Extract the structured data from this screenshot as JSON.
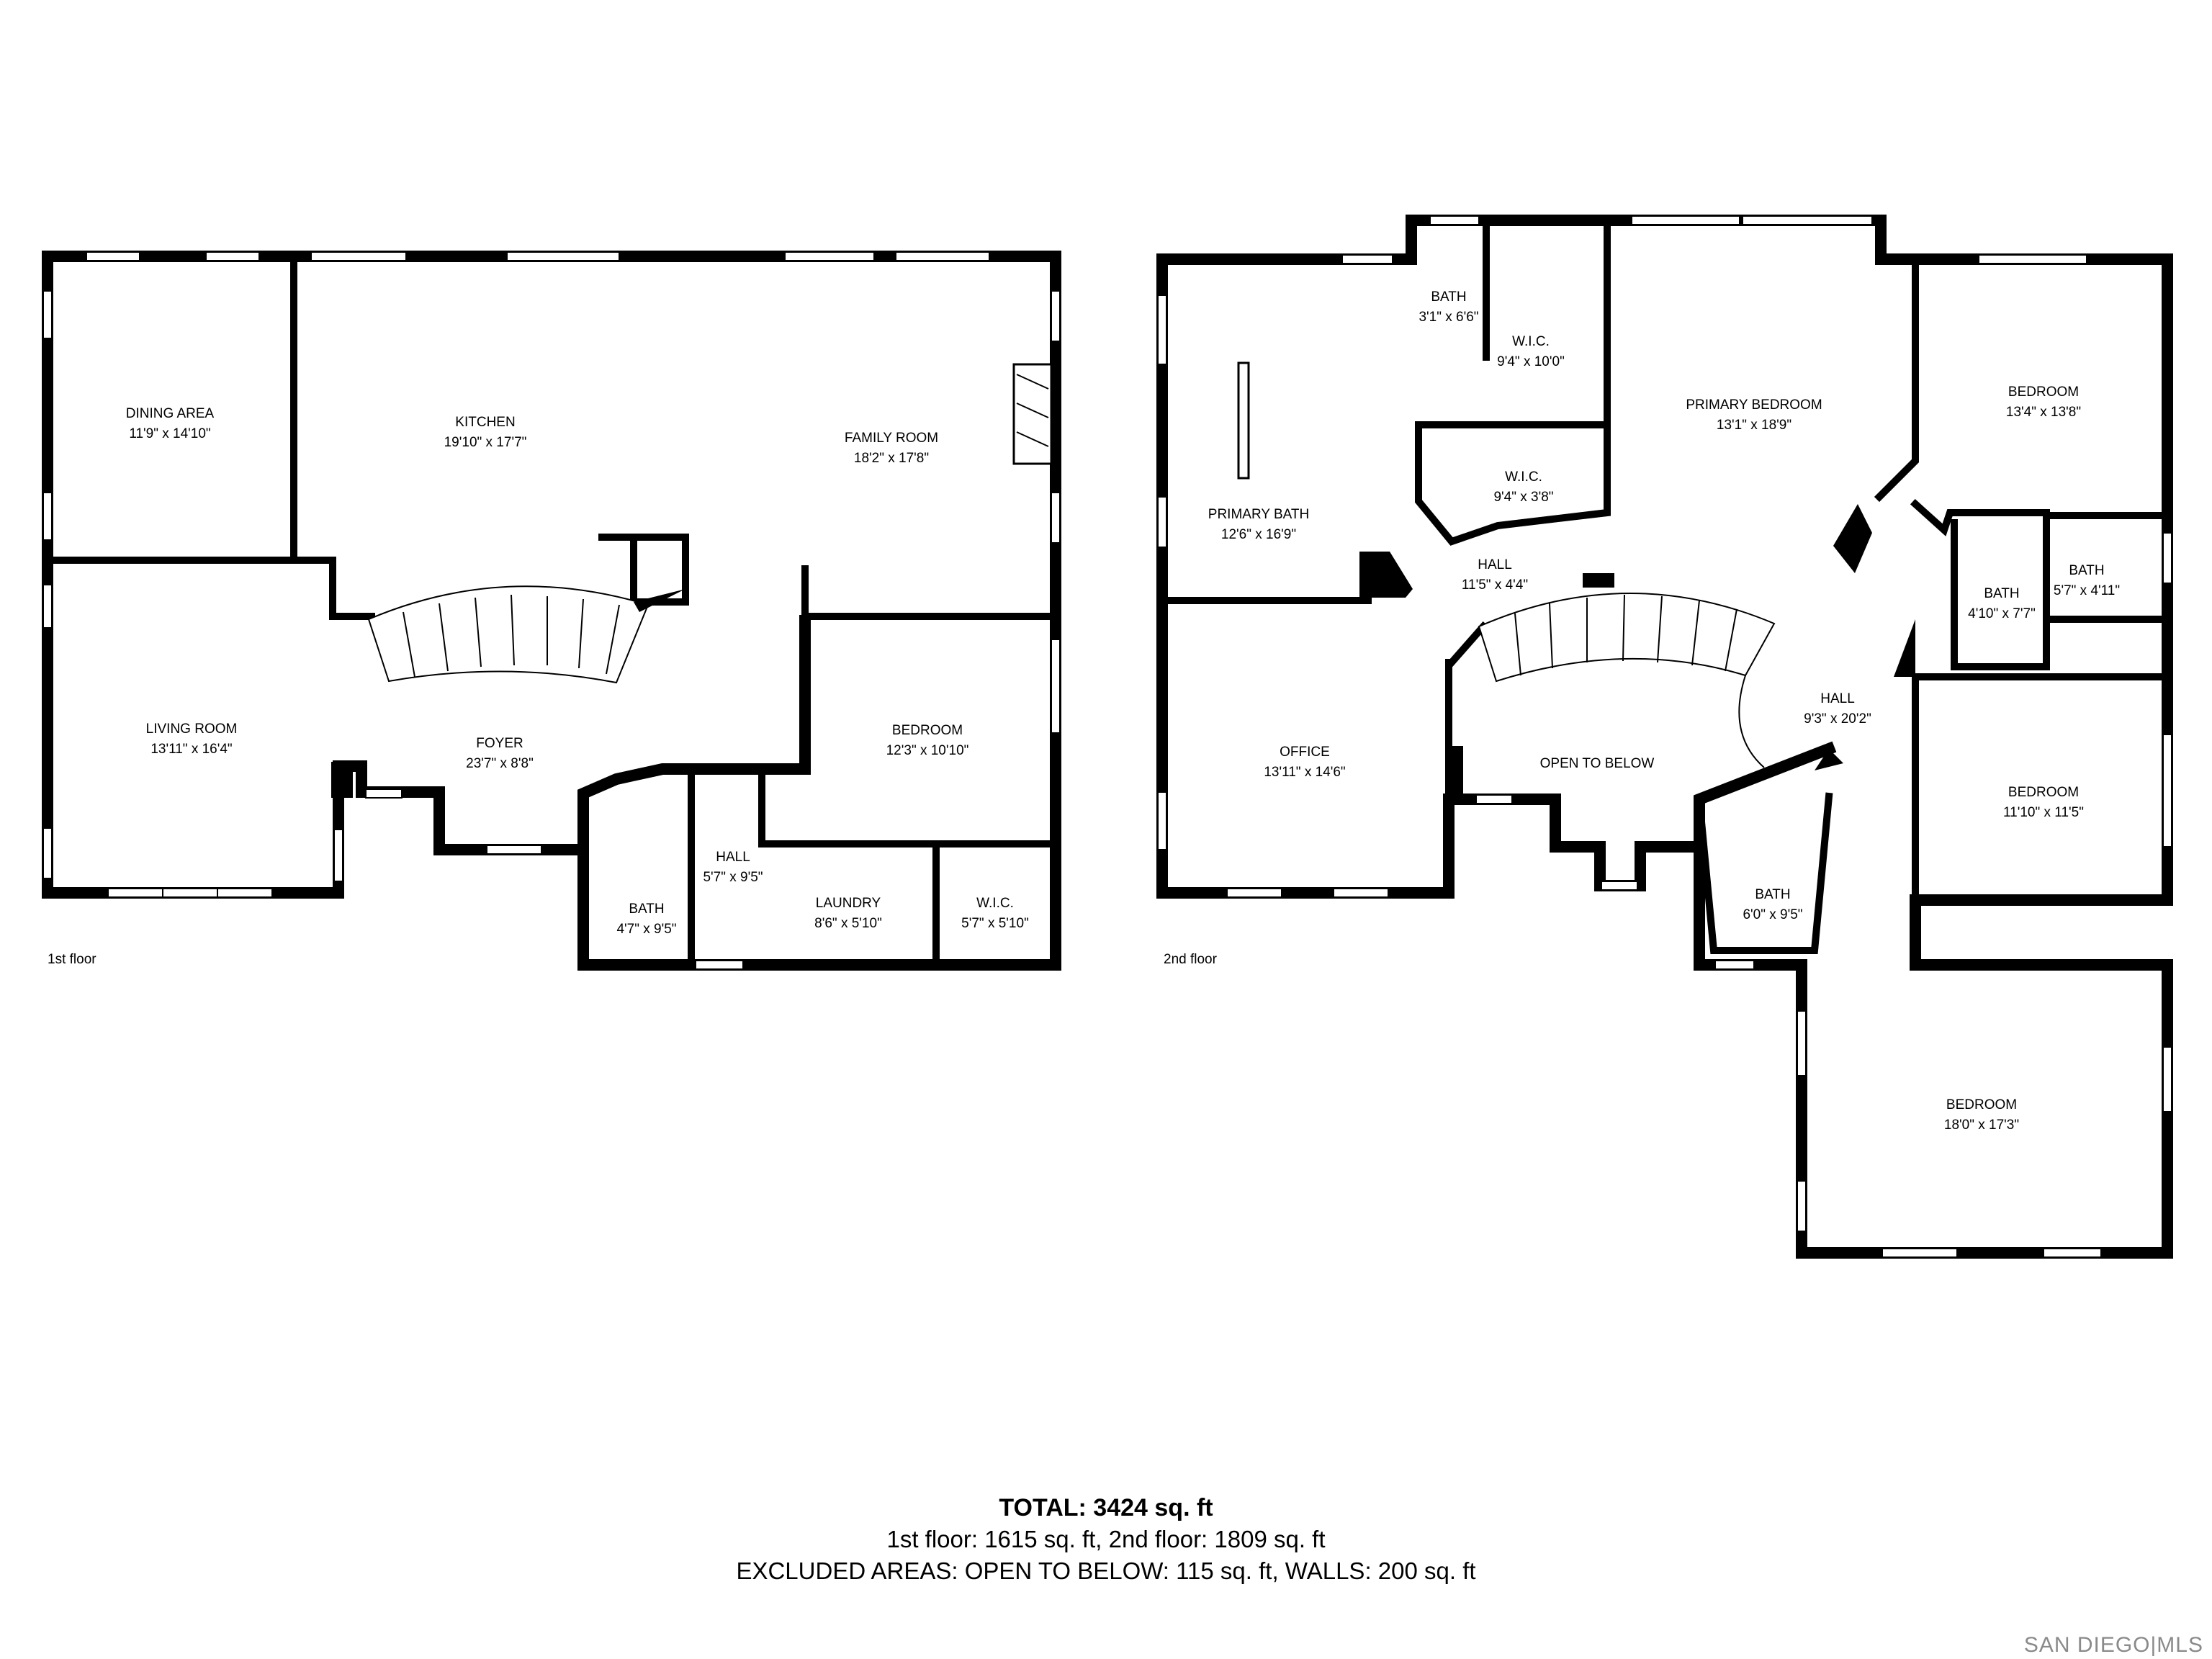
{
  "floors": [
    {
      "label": "1st floor",
      "rooms": [
        {
          "name": "DINING AREA",
          "dims": "11'9\" x 14'10\""
        },
        {
          "name": "KITCHEN",
          "dims": "19'10\" x 17'7\""
        },
        {
          "name": "FAMILY ROOM",
          "dims": "18'2\" x 17'8\""
        },
        {
          "name": "LIVING ROOM",
          "dims": "13'11\" x 16'4\""
        },
        {
          "name": "FOYER",
          "dims": "23'7\" x 8'8\""
        },
        {
          "name": "BEDROOM",
          "dims": "12'3\" x 10'10\""
        },
        {
          "name": "HALL",
          "dims": "5'7\" x 9'5\""
        },
        {
          "name": "BATH",
          "dims": "4'7\" x 9'5\""
        },
        {
          "name": "LAUNDRY",
          "dims": "8'6\" x 5'10\""
        },
        {
          "name": "W.I.C.",
          "dims": "5'7\" x 5'10\""
        }
      ]
    },
    {
      "label": "2nd floor",
      "rooms": [
        {
          "name": "BATH",
          "dims": "3'1\" x 6'6\""
        },
        {
          "name": "W.I.C.",
          "dims": "9'4\" x 10'0\""
        },
        {
          "name": "PRIMARY BEDROOM",
          "dims": "13'1\" x 18'9\""
        },
        {
          "name": "BEDROOM",
          "dims": "13'4\" x 13'8\""
        },
        {
          "name": "W.I.C.",
          "dims": "9'4\" x 3'8\""
        },
        {
          "name": "PRIMARY BATH",
          "dims": "12'6\" x 16'9\""
        },
        {
          "name": "HALL",
          "dims": "11'5\" x 4'4\""
        },
        {
          "name": "BATH",
          "dims": "4'10\" x 7'7\""
        },
        {
          "name": "BATH",
          "dims": "5'7\" x 4'11\""
        },
        {
          "name": "HALL",
          "dims": "9'3\" x 20'2\""
        },
        {
          "name": "OFFICE",
          "dims": "13'11\" x 14'6\""
        },
        {
          "name": "OPEN TO BELOW",
          "dims": ""
        },
        {
          "name": "BEDROOM",
          "dims": "11'10\" x 11'5\""
        },
        {
          "name": "BATH",
          "dims": "6'0\" x 9'5\""
        },
        {
          "name": "BEDROOM",
          "dims": "18'0\" x 17'3\""
        }
      ]
    }
  ],
  "summary": {
    "total": "TOTAL: 3424 sq. ft",
    "floors_line": "1st floor: 1615 sq. ft, 2nd floor: 1809 sq. ft",
    "excluded_line": "EXCLUDED AREAS: OPEN TO BELOW: 115 sq. ft, WALLS: 200 sq. ft"
  },
  "brand": "SAN DIEGO|MLS"
}
